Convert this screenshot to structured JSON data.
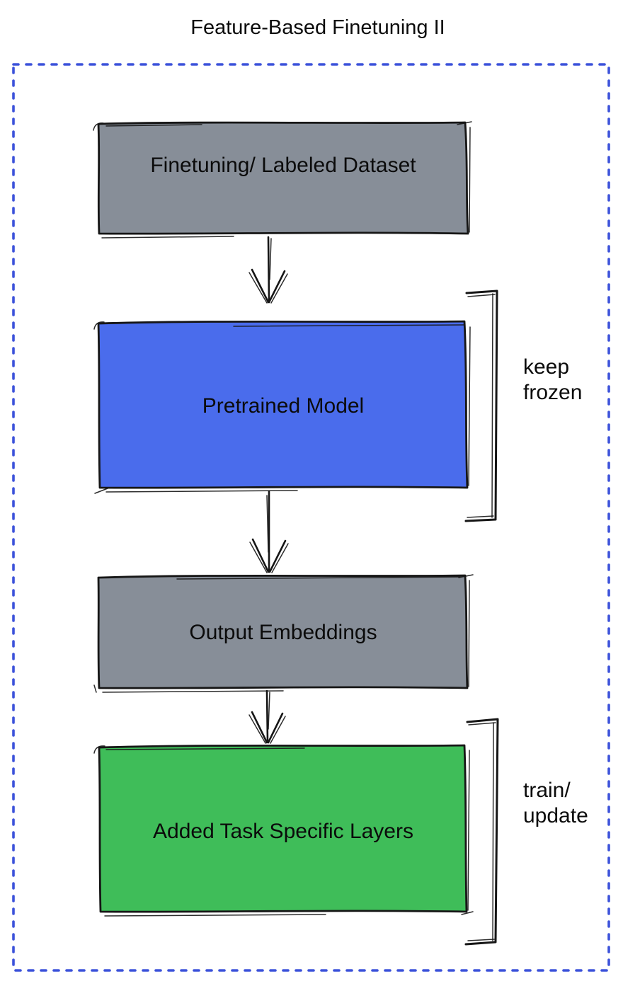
{
  "title": "Feature-Based Finetuning II",
  "colors": {
    "title_blue": "#3B4FD3",
    "border_blue": "#3C52DA",
    "ink": "#161616",
    "label_text": "#0B0B0B",
    "box_gray": "#878E98",
    "box_blue": "#4A6CEC",
    "box_green": "#3FBD59"
  },
  "boxes": [
    {
      "label": "Finetuning/ Labeled Dataset",
      "fill": "#878E98"
    },
    {
      "label": "Pretrained Model",
      "fill": "#4A6CEC"
    },
    {
      "label": "Output Embeddings",
      "fill": "#878E98"
    },
    {
      "label": "Added Task Specific Layers",
      "fill": "#3FBD59"
    }
  ],
  "annotations": [
    {
      "lines": [
        "keep",
        "frozen"
      ]
    },
    {
      "lines": [
        "train/",
        "update"
      ]
    }
  ]
}
